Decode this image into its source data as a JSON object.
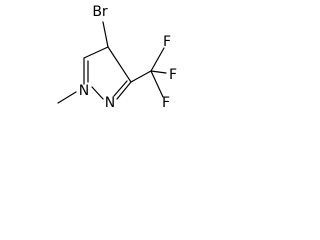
{
  "molecule": {
    "atoms": {
      "br": "Br",
      "f1": "F",
      "f2": "F",
      "f3": "F",
      "n1": "N",
      "n2": "N"
    }
  }
}
